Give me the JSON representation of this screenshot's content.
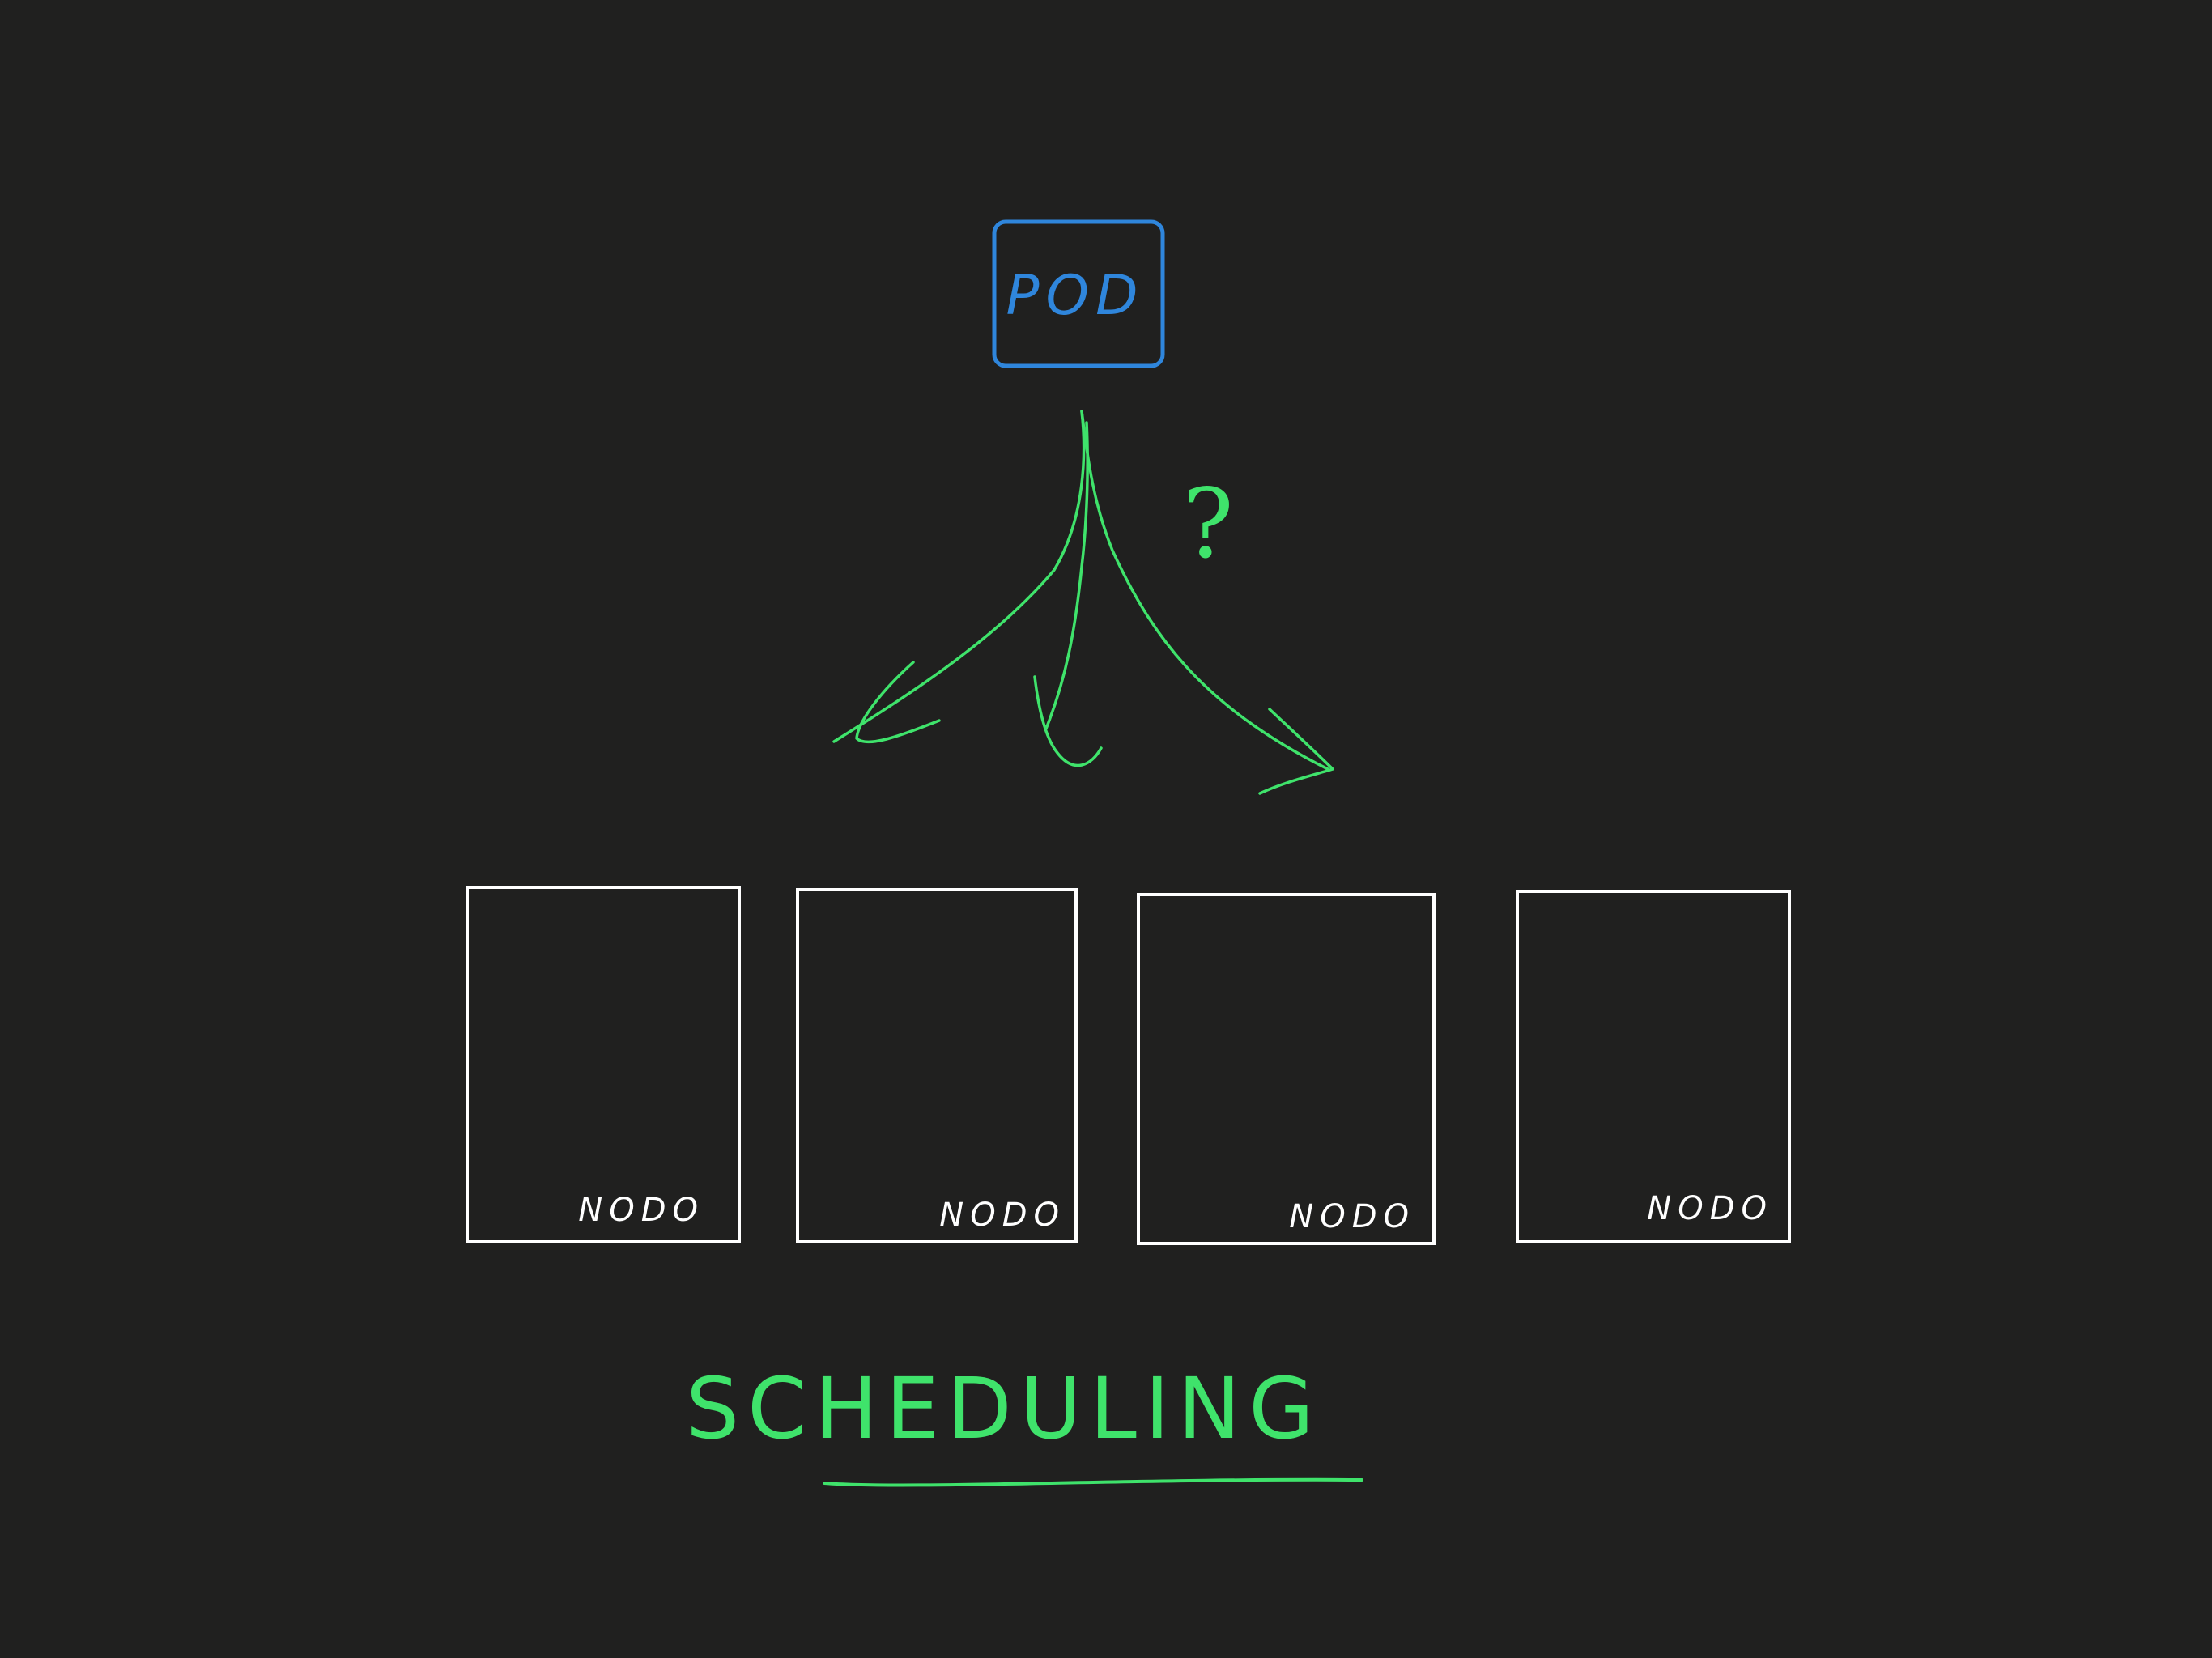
{
  "colors": {
    "background": "#20201f",
    "pod": "#2f86dc",
    "arrows": "#3fe36b",
    "nodes": "#ffffff",
    "title": "#3fe36b"
  },
  "pod": {
    "label": "POD"
  },
  "question_mark": "?",
  "nodes": [
    {
      "label": "NODO"
    },
    {
      "label": "NODO"
    },
    {
      "label": "NODO"
    },
    {
      "label": "NODO"
    }
  ],
  "title": "SCHEDULING"
}
